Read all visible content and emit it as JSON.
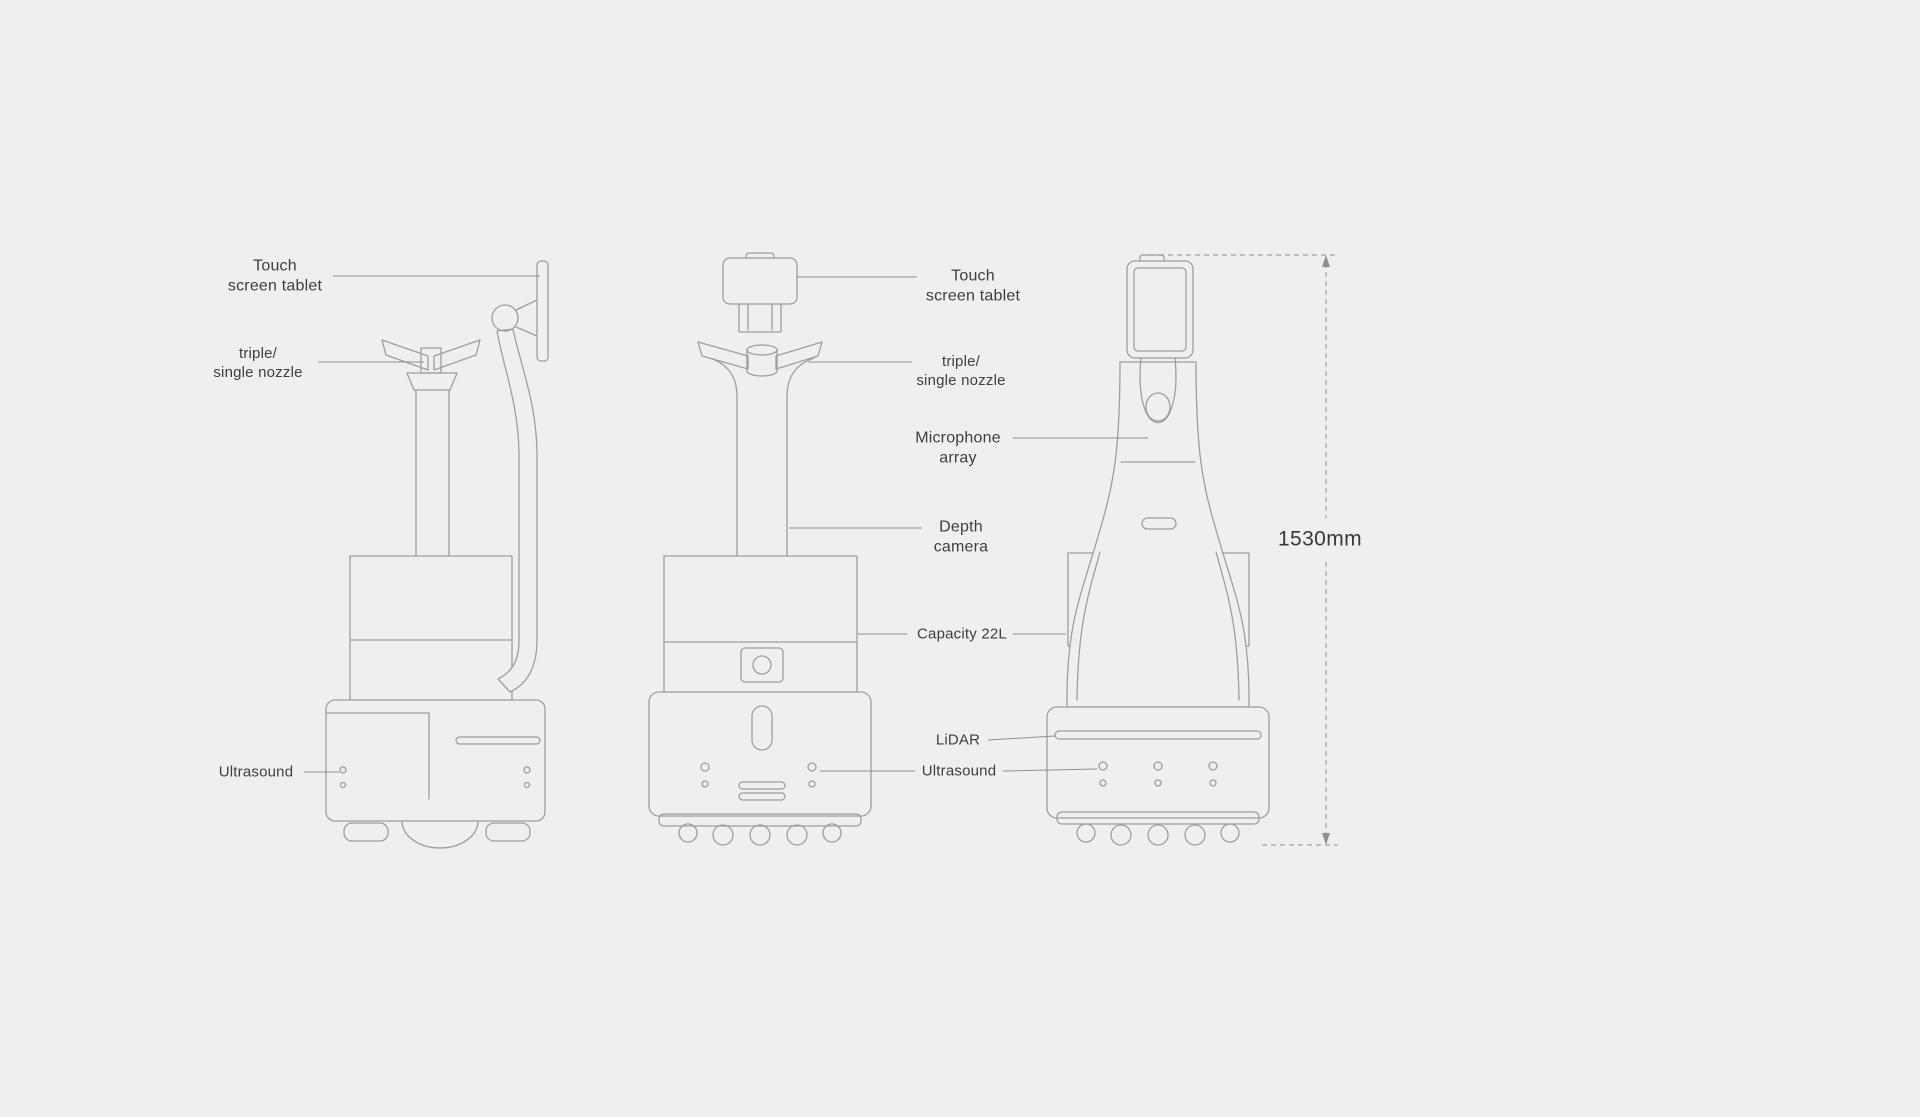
{
  "page": {
    "background_color": "#f0efee",
    "line_color": "#9e9e9e",
    "text_color": "#3e3e3e"
  },
  "labels": {
    "side_tablet": "Touch\nscreen tablet",
    "side_nozzle": "triple/\nsingle nozzle",
    "side_ultrasound": "Ultrasound",
    "front_tablet": "Touch\nscreen tablet",
    "front_nozzle": "triple/\nsingle nozzle",
    "microphone_array": "Microphone\narray",
    "depth_camera": "Depth\ncamera",
    "capacity": "Capacity 22L",
    "lidar": "LiDAR",
    "ultrasound": "Ultrasound"
  },
  "dimension": {
    "overall_height": "1530mm"
  }
}
